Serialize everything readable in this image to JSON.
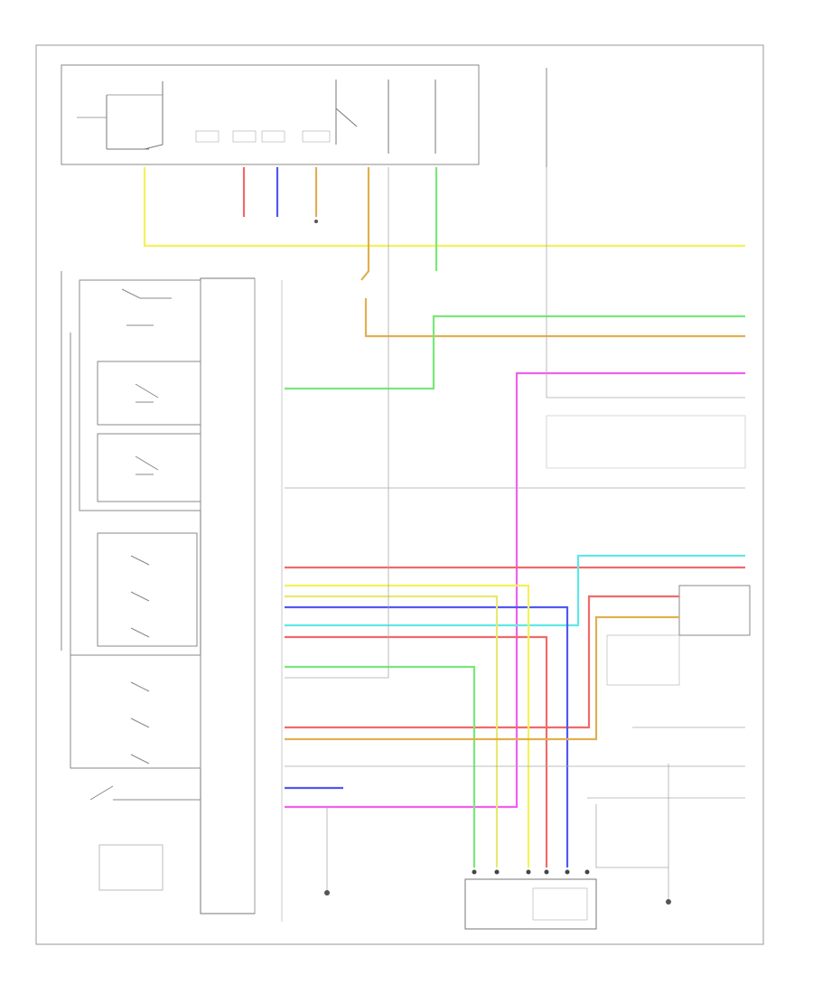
{
  "diagram": {
    "page_number": "",
    "colors": {
      "yellow": "#f2f25a",
      "orange": "#e0b050",
      "green": "#78e878",
      "magenta": "#f060f0",
      "red": "#f06a6a",
      "cyan": "#60e8e8",
      "blue": "#5058f0",
      "lime": "#c8e060",
      "gray": "#a0a0a0",
      "black": "#333333"
    },
    "components": [
      {
        "name": "top-fuse-relay-box",
        "label": ""
      },
      {
        "name": "control-unit",
        "label": ""
      },
      {
        "name": "cruise-switch-assembly",
        "label": ""
      },
      {
        "name": "bottom-connector",
        "label": ""
      },
      {
        "name": "right-module",
        "label": ""
      },
      {
        "name": "bottom-left-switch",
        "label": ""
      }
    ],
    "grounds": [
      {
        "name": "ground-left-bottom",
        "label": ""
      },
      {
        "name": "ground-center-bottom",
        "label": ""
      },
      {
        "name": "ground-right-bottom",
        "label": ""
      },
      {
        "name": "ground-top-center",
        "label": ""
      }
    ],
    "wires": [
      {
        "name": "wire-yellow-top",
        "color": "yellow"
      },
      {
        "name": "wire-orange",
        "color": "orange"
      },
      {
        "name": "wire-green",
        "color": "green"
      },
      {
        "name": "wire-magenta",
        "color": "magenta"
      },
      {
        "name": "wire-red",
        "color": "red"
      },
      {
        "name": "wire-cyan",
        "color": "cyan"
      },
      {
        "name": "wire-blue",
        "color": "blue"
      },
      {
        "name": "wire-lime",
        "color": "lime"
      }
    ]
  }
}
